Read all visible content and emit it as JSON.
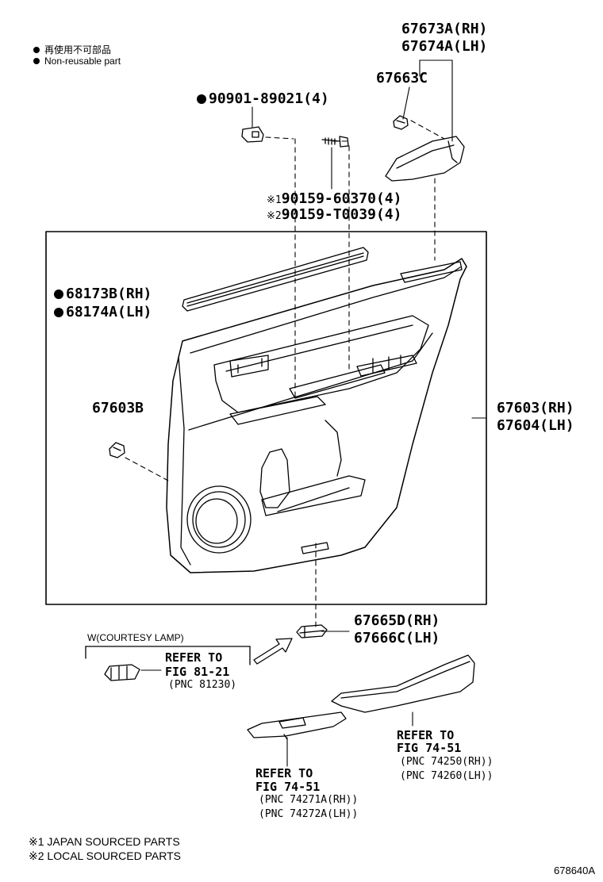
{
  "legend": {
    "line1": "再使用不可部品",
    "line2": "Non-reusable part"
  },
  "parts": {
    "p67673a": "67673A(RH)",
    "p67674a": "67674A(LH)",
    "p67663c": "67663C",
    "p90901": "90901-89021(4)",
    "p90159a_mark": "※1",
    "p90159a": "90159-60370(4)",
    "p90159b_mark": "※2",
    "p90159b": "90159-T0039(4)",
    "p68173b": "68173B(RH)",
    "p68174a": "68174A(LH)",
    "p67603b": "67603B",
    "p67603": "67603(RH)",
    "p67604": "67604(LH)",
    "p67665d": "67665D(RH)",
    "p67666c": "67666C(LH)"
  },
  "courtesy": {
    "title": "W(COURTESY LAMP)",
    "refer": "REFER TO",
    "fig": "FIG 81-21",
    "pnc": "(PNC 81230)"
  },
  "ref_armrest": {
    "refer": "REFER TO",
    "fig": "FIG 74-51",
    "pnc1": "(PNC 74250(RH))",
    "pnc2": "(PNC 74260(LH))"
  },
  "ref_switch": {
    "refer": "REFER TO",
    "fig": "FIG 74-51",
    "pnc1": "(PNC 74271A(RH))",
    "pnc2": "(PNC 74272A(LH))"
  },
  "footnotes": {
    "n1": "※1 JAPAN SOURCED PARTS",
    "n2": "※2 LOCAL SOURCED PARTS"
  },
  "figure_id": "678640A"
}
